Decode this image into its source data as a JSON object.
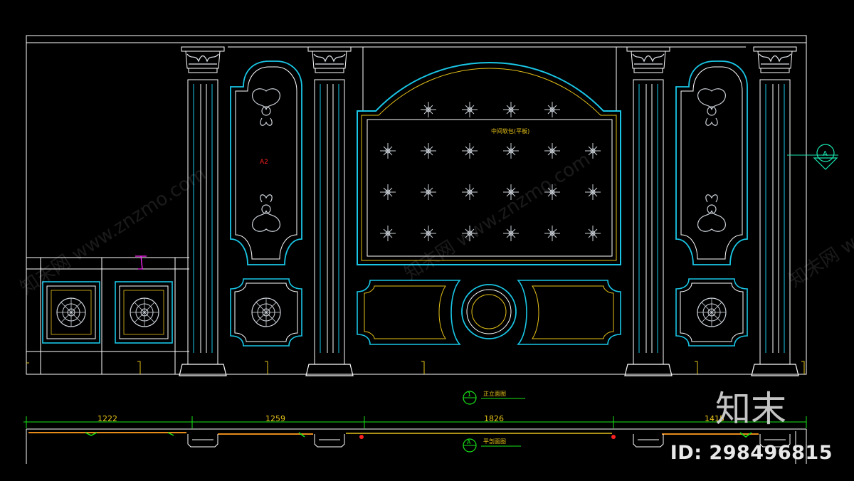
{
  "labels": {
    "tag_a2": "A2",
    "center_note": "中间软包(平板)",
    "elevation_title": "正立面图",
    "plan_title": "平剖面图",
    "elevation_marker": "1",
    "plan_marker": "A",
    "section_marker": "A"
  },
  "dimensions": [
    "1222",
    "1259",
    "1826",
    "1415"
  ],
  "watermarks": {
    "id_text": "ID: 298496815",
    "logo_text": "知末",
    "diagonal": [
      "知末网 www.znzmo.com",
      "知末网 www.znzmo.com",
      "知末网 www.znzmo.com"
    ]
  },
  "colors": {
    "background": "#000000",
    "outline": "#ffffff",
    "cyan": "#19c6e6",
    "yellow": "#e6c219",
    "red": "#ff2020",
    "green": "#19e619",
    "magenta": "#ff2aff",
    "orange": "#e68a19"
  }
}
